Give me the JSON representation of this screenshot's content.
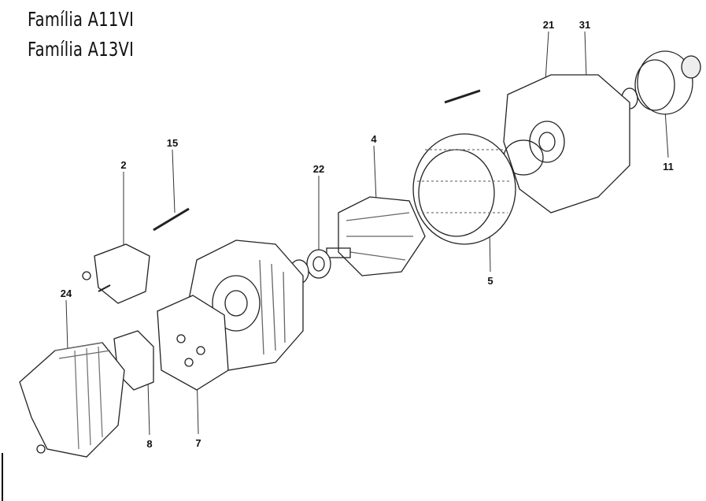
{
  "titles": [
    "Família A11VI",
    "Família A13VI"
  ],
  "part_labels": {
    "p21": "21",
    "p31": "31",
    "p15": "15",
    "p2": "2",
    "p4": "4",
    "p22": "22",
    "p11": "11",
    "p5": "5",
    "p24": "24",
    "p8": "8",
    "p7": "7"
  }
}
